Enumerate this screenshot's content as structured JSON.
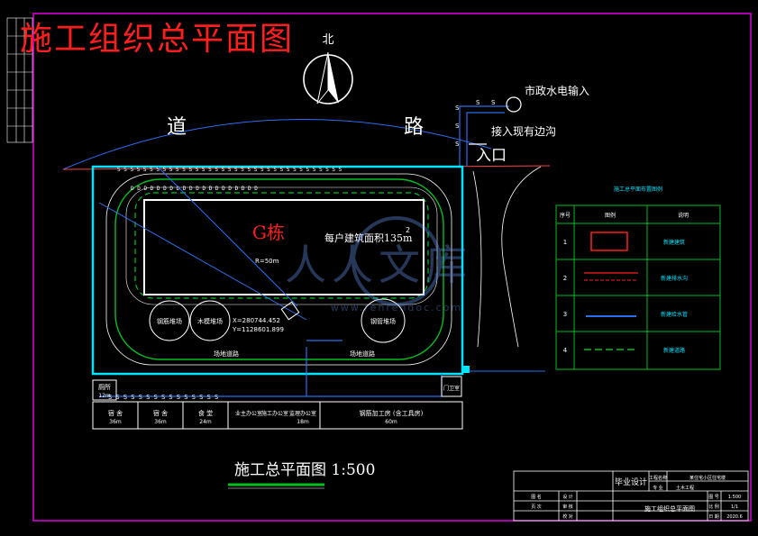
{
  "title": "施工组织总平面图",
  "north_label": "北",
  "road": [
    "道",
    "路"
  ],
  "utility_input": "市政水电输入",
  "connect_ditch": "接入现有边沟",
  "entrance": "入口",
  "building": {
    "name": "G栋",
    "area_text": "每户建筑面积135m",
    "area_sup": "2",
    "radius": "R=50m",
    "coord_x": "X=280744.452",
    "coord_y": "Y=1128601.899"
  },
  "yards": [
    "钢筋堆场",
    "木模堆场",
    "钢管堆场"
  ],
  "roads": [
    "场地道路",
    "场地道路"
  ],
  "gatehouse": "门卫室",
  "facilities": [
    {
      "name": "厕所",
      "area": "12m"
    },
    {
      "name": "宿 舍",
      "area": "36m"
    },
    {
      "name": "宿 舍",
      "area": "36m"
    },
    {
      "name": "食 堂",
      "area": "24m"
    },
    {
      "name": "业主办公室",
      "area": ""
    },
    {
      "name": "施工办公室",
      "area": ""
    },
    {
      "name": "监理办公室",
      "area": "18m"
    },
    {
      "name": "钢筋加工房 (含工具房)",
      "area": "60m"
    }
  ],
  "legend": {
    "heading": "施工总平面布置图例",
    "col_no": "序号",
    "col_symbol": "图例",
    "col_desc": "说明",
    "rows": [
      {
        "no": "1",
        "desc": "新建建筑"
      },
      {
        "no": "2",
        "desc": "新建排水沟"
      },
      {
        "no": "3",
        "desc": "新建给水管"
      },
      {
        "no": "4",
        "desc": "新建道路"
      }
    ]
  },
  "caption": "施工总平面图 1:500",
  "titleblock": {
    "project": "毕业设计",
    "drawing": "施工组织总平面图",
    "cells": [
      "工程名称",
      "某住宅小区住宅楼",
      "专 业",
      "土木工程",
      "图 号",
      "图 名",
      "设 计",
      "审 核",
      "校 对",
      "比 例",
      "日 期",
      "页 次",
      "1:500",
      "2020.6",
      "1/1"
    ]
  },
  "watermark": "人人文库",
  "watermark_url": "www.renrendoc.com",
  "colors": {
    "red": "#ff1e1e",
    "blue": "#2b6ff0",
    "green": "#00c020",
    "cyan": "#00e5ff",
    "magenta": "#e000e0",
    "white": "#ffffff"
  }
}
